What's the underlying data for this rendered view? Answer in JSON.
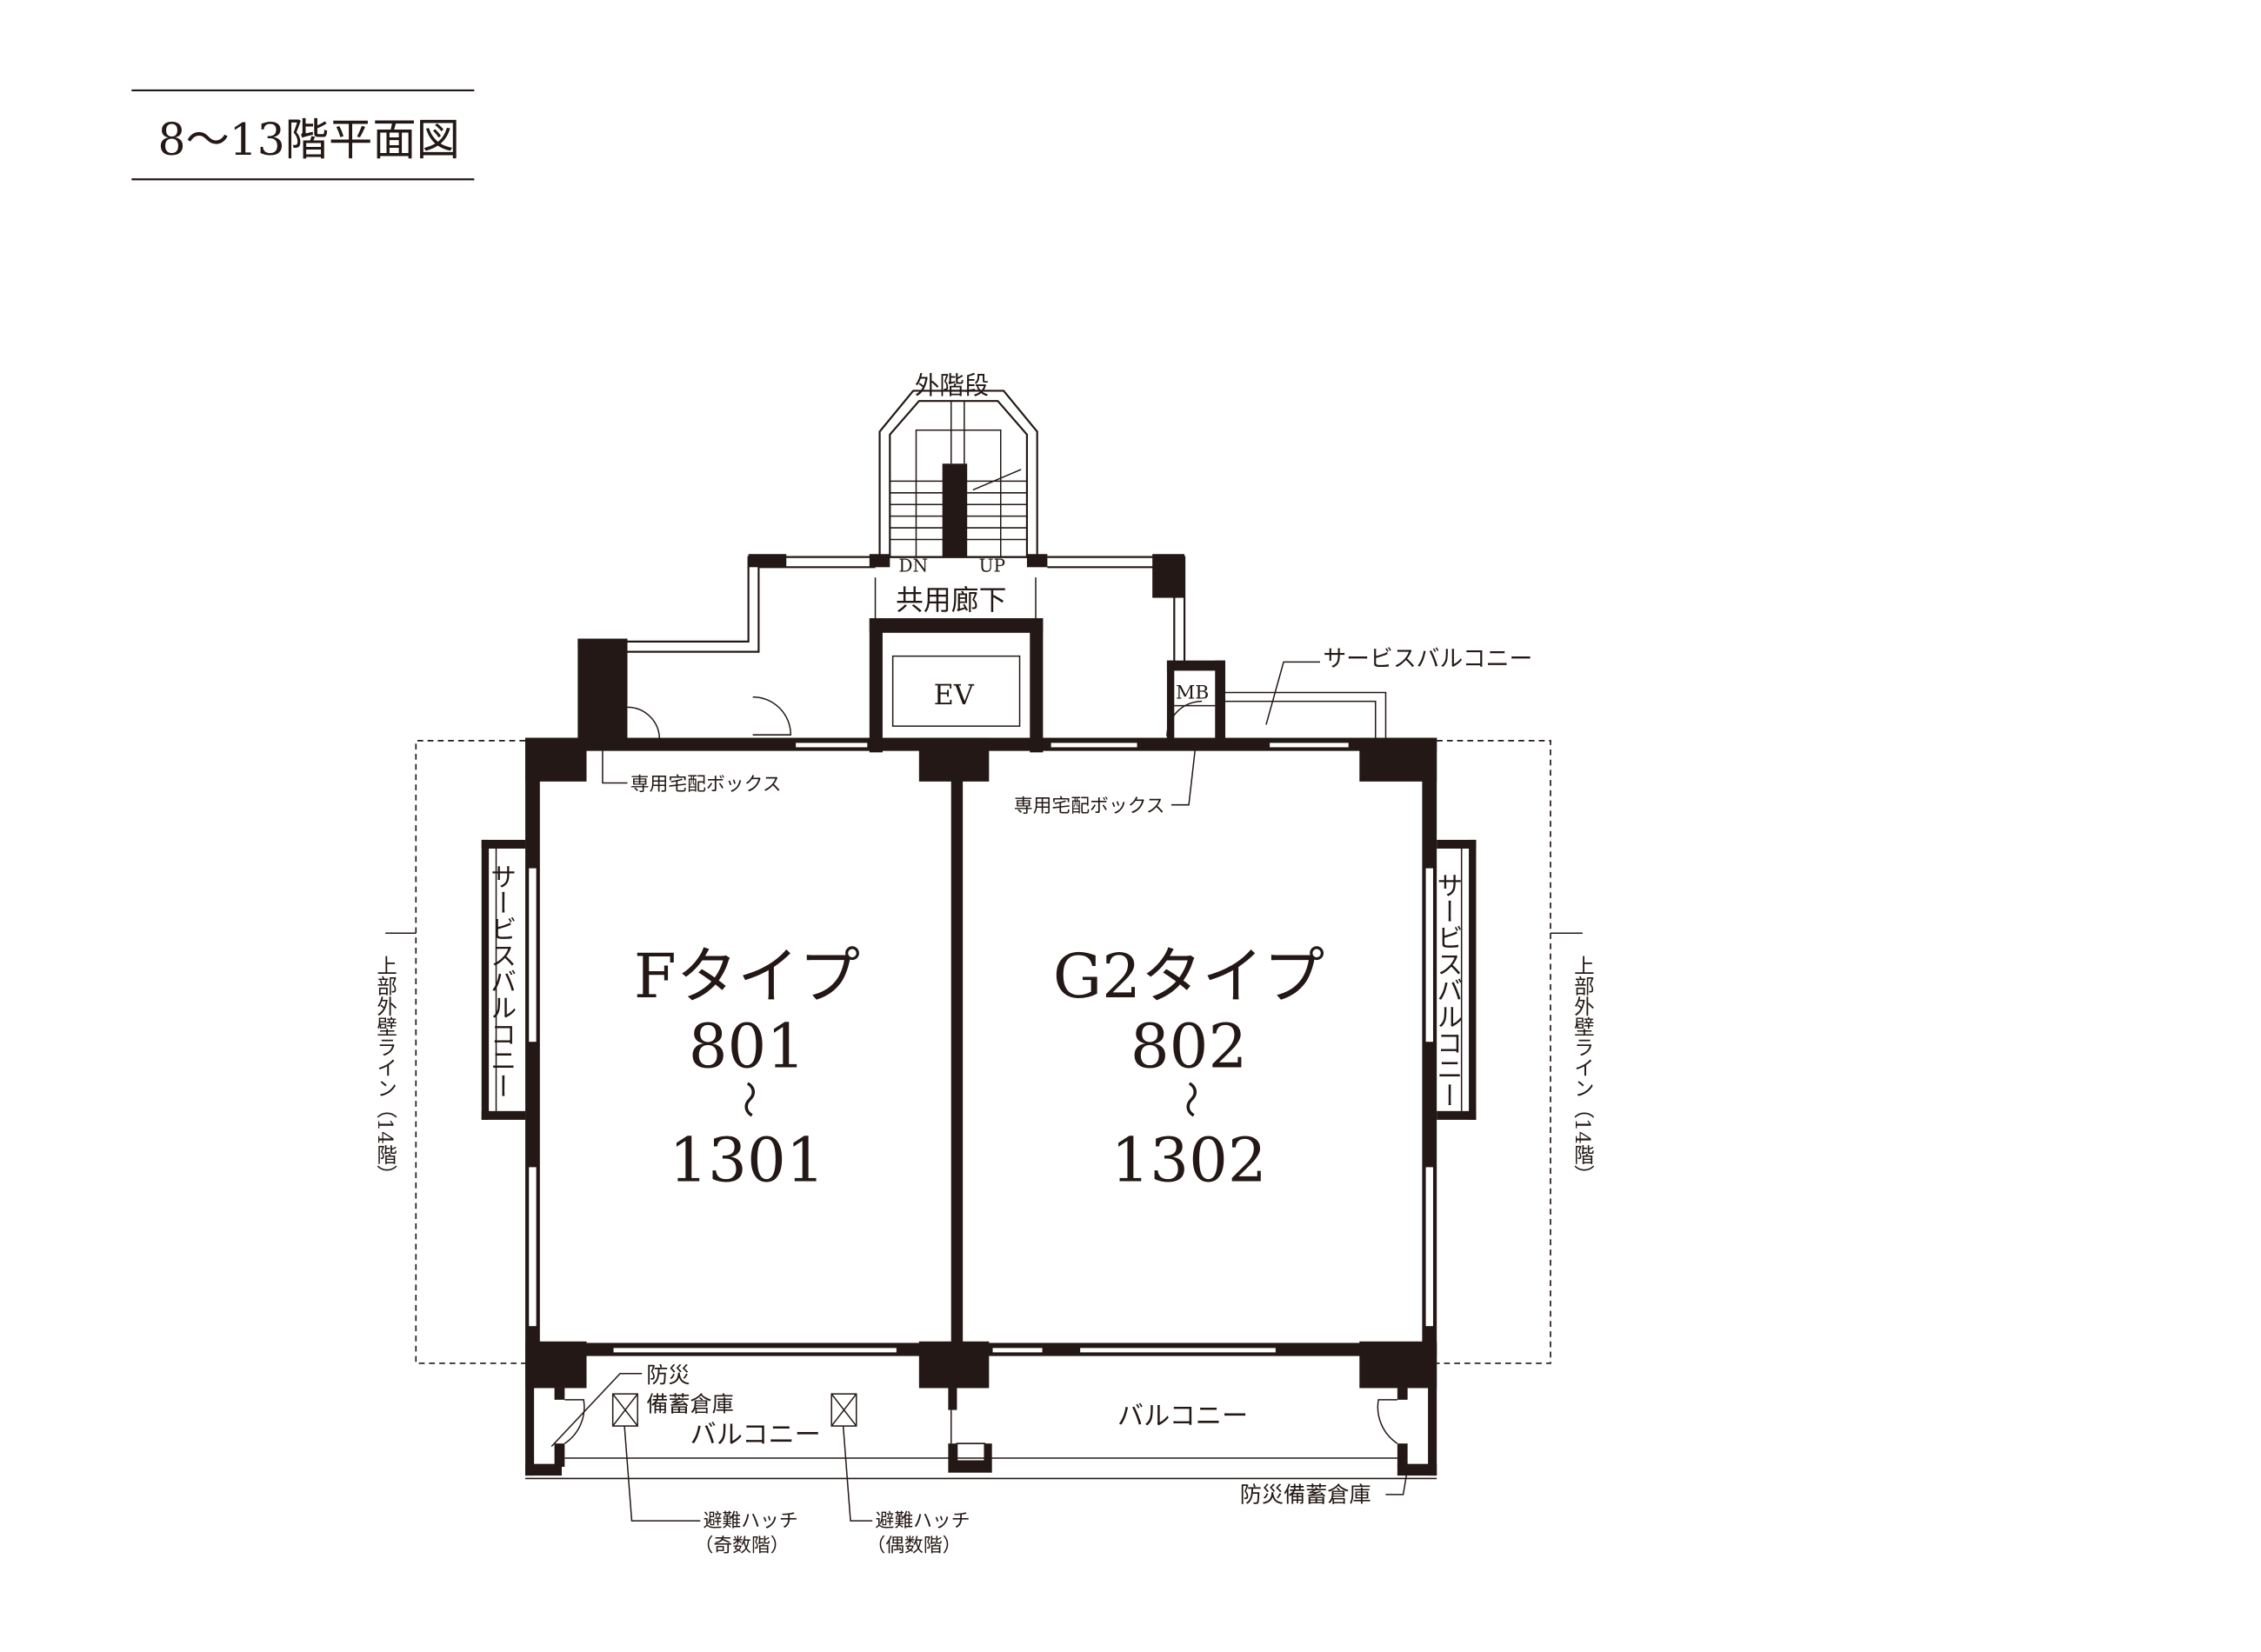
{
  "title": "8〜13階平面図",
  "labels": {
    "outer_stairs": "外階段",
    "dn": "DN",
    "up": "UP",
    "common_corridor": "共用廊下",
    "ev": "EV",
    "mb_left_m": "M",
    "mb_left_b": "B",
    "mb_right": "MB",
    "service_balcony_top": "サービスバルコニー",
    "delivery_box_left": "専用宅配ボックス",
    "delivery_box_right": "専用宅配ボックス",
    "service_balcony_side": "サービスバルコニー",
    "upper_wall_line_left": "上部外壁ライン（14階）",
    "upper_wall_line_right": "上部外壁ライン（14階）",
    "disaster_storage_left_1": "防災",
    "disaster_storage_left_2": "備蓄倉庫",
    "balcony_left": "バルコニー",
    "balcony_right": "バルコニー",
    "disaster_storage_right": "防災備蓄倉庫",
    "hatch_odd_1": "避難ハッチ",
    "hatch_odd_2": "（奇数階）",
    "hatch_even_1": "避難ハッチ",
    "hatch_even_2": "（偶数階）"
  },
  "units": [
    {
      "type": "Fタイプ",
      "from": "801",
      "sep": "～",
      "to": "1301"
    },
    {
      "type": "G2タイプ",
      "from": "802",
      "sep": "～",
      "to": "1302"
    }
  ],
  "colors": {
    "ink": "#231815",
    "background": "#ffffff"
  }
}
